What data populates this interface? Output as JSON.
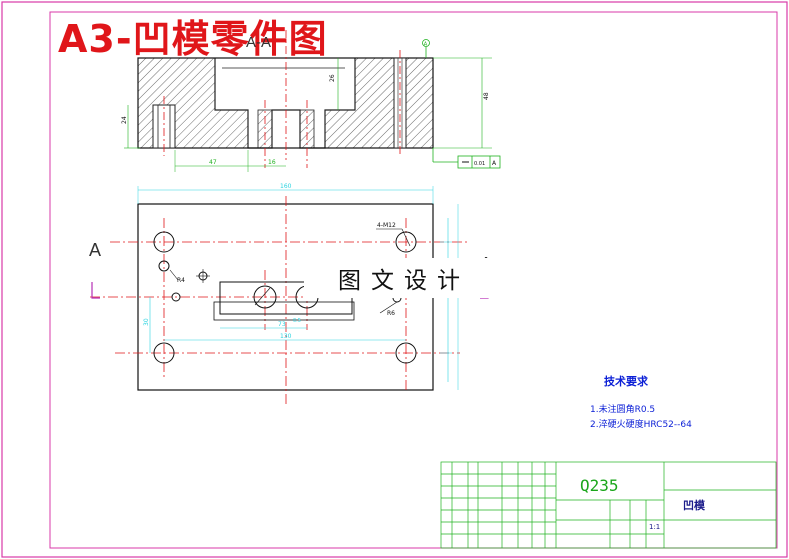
{
  "title": "A3-凹模零件图",
  "watermark": "图文设计",
  "section_labels": {
    "left": "A",
    "right": "A",
    "view": "A-A"
  },
  "dimensions": {
    "height_48": "48",
    "depth_26": "26",
    "depth_24": "24",
    "len_47": "47",
    "len_16": "16",
    "width_160": "160",
    "len_130": "130",
    "len_73": "73",
    "len_30": "30",
    "thread": "4-M12",
    "radius_left": "R4",
    "radius_right": "R6",
    "tol_small": "0.5",
    "flatness_value": "0.01",
    "datum": "A",
    "datum_symbol": "A"
  },
  "tech_requirements": {
    "title": "技术要求",
    "items": [
      "1.未注圆角R0.5",
      "2.淬硬火硬度HRC52--64"
    ]
  },
  "title_block": {
    "material": "Q235",
    "part_name": "凹模",
    "scale": "1:1"
  },
  "colors": {
    "title_red": "#e0161a",
    "border_magenta": "#d83aa8",
    "green_line": "#1fb21f",
    "center_red": "#e0161a",
    "cyan_dim": "#2ad3e0",
    "blue_text": "#0b1fd6"
  }
}
